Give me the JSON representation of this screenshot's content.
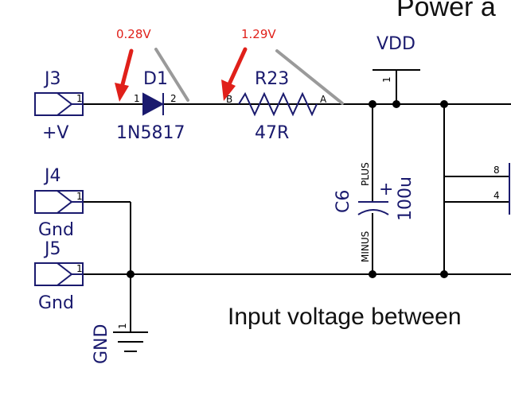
{
  "title": "Power a",
  "note": "Input voltage between",
  "measurements": [
    {
      "label": "0.28V"
    },
    {
      "label": "1.29V"
    }
  ],
  "connectors": [
    {
      "ref": "J3",
      "value": "+V",
      "pin": "1"
    },
    {
      "ref": "J4",
      "value": "Gnd",
      "pin": "1"
    },
    {
      "ref": "J5",
      "value": "Gnd",
      "pin": "1"
    }
  ],
  "diode": {
    "ref": "D1",
    "value": "1N5817",
    "pin_a": "1",
    "pin_k": "2"
  },
  "resistor": {
    "ref": "R23",
    "value": "47R",
    "pin_b": "B",
    "pin_a": "A"
  },
  "vdd": {
    "label": "VDD",
    "pin": "1"
  },
  "capacitor": {
    "ref": "C6",
    "value": "100u",
    "plus_label": "PLUS",
    "minus_label": "MINUS",
    "polarity": "+"
  },
  "gnd": {
    "label": "GND",
    "pin": "1"
  },
  "ic": {
    "pin_top": "8",
    "pin_bottom": "4"
  },
  "colors": {
    "wire": "#000000",
    "component": "#1a1a6e",
    "measurement": "#e0201a",
    "shadow": "#9a9a9a"
  }
}
